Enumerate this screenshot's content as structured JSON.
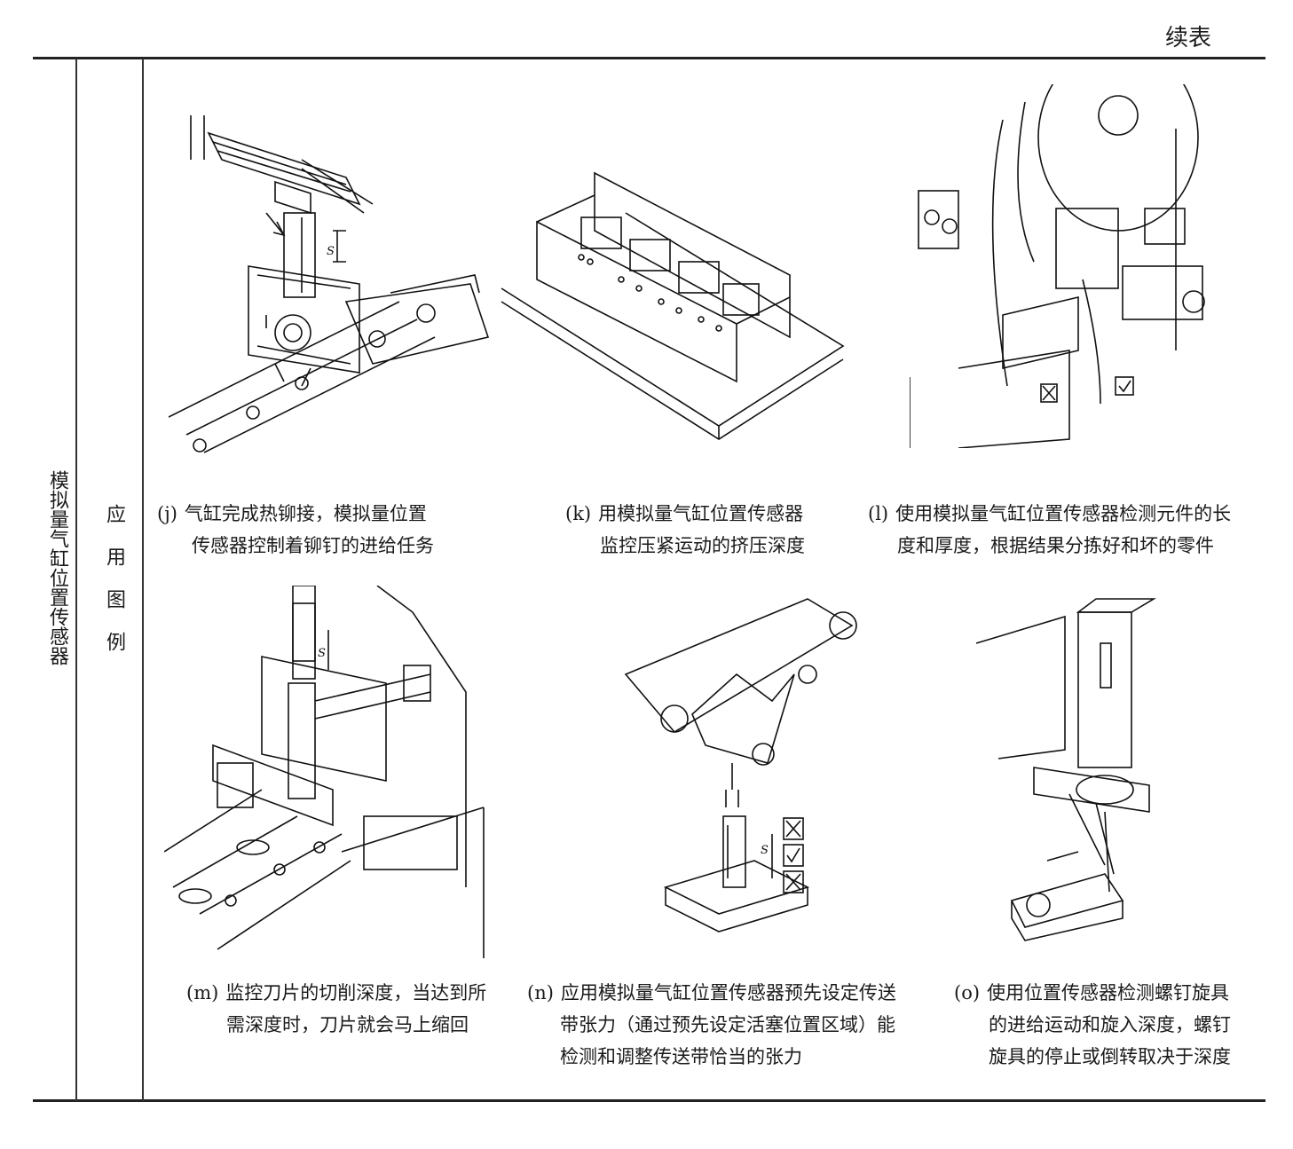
{
  "continued_label": "续表",
  "category": "模拟量气缸位置传感器",
  "subcategory": "应用图例",
  "figures": [
    {
      "label": "(j)",
      "line1": "气缸完成热铆接，模拟量位置",
      "line2": "传感器控制着铆钉的进给任务",
      "line3": ""
    },
    {
      "label": "(k)",
      "line1": "用模拟量气缸位置传感器",
      "line2": "监控压紧运动的挤压深度",
      "line3": ""
    },
    {
      "label": "(l)",
      "line1": "使用模拟量气缸位置传感器检测元件的长",
      "line2": "度和厚度，根据结果分拣好和坏的零件",
      "line3": ""
    },
    {
      "label": "(m)",
      "line1": "监控刀片的切削深度，当达到所",
      "line2": "需深度时，刀片就会马上缩回",
      "line3": ""
    },
    {
      "label": "(n)",
      "line1": "应用模拟量气缸位置传感器预先设定传送",
      "line2": "带张力（通过预先设定活塞位置区域）能",
      "line3": "检测和调整传送带恰当的张力"
    },
    {
      "label": "(o)",
      "line1": "使用位置传感器检测螺钉旋具",
      "line2": "的进给运动和旋入深度，螺钉",
      "line3": "旋具的停止或倒转取决于深度"
    }
  ],
  "marks": {
    "stroke": "S",
    "ok": "✓",
    "ng": "✗"
  }
}
